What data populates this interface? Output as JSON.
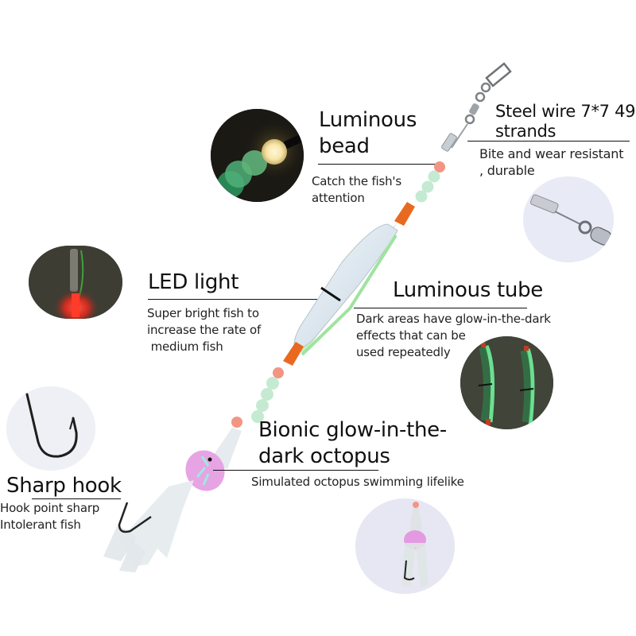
{
  "callouts": {
    "luminous_bead": {
      "title_line1": "Luminous",
      "title_line2": "bead",
      "desc_line1": "Catch the fish's",
      "desc_line2": "attention"
    },
    "steel_wire": {
      "title_line1": "Steel wire 7*7 49",
      "title_line2": "strands",
      "desc_line1": "Bite and wear resistant",
      "desc_line2": ", durable"
    },
    "led_light": {
      "title": "LED light",
      "desc_line1": "Super bright fish to",
      "desc_line2": "increase the rate of",
      "desc_line3": " medium fish"
    },
    "luminous_tube": {
      "title": "Luminous tube",
      "desc_line1": "Dark areas have glow-in-the-dark",
      "desc_line2": "effects that can be",
      "desc_line3": "used repeatedly"
    },
    "octopus": {
      "title_line1": "Bionic glow-in-the-",
      "title_line2": "dark octopus",
      "desc": "Simulated octopus swimming lifelike"
    },
    "sharp_hook": {
      "title": "Sharp hook",
      "desc_line1": "Hook point sharp",
      "desc_line2": "Intolerant fish"
    }
  },
  "colors": {
    "background": "#ffffff",
    "text": "#111111",
    "bead_glow_green": "#bfe6cc",
    "bead_orange": "#f39583",
    "sleeve_orange": "#e8691f",
    "tube_green": "#9fe3a0",
    "octopus_pink": "#e39ad9",
    "circle_bg_light": "#eef0f8"
  }
}
